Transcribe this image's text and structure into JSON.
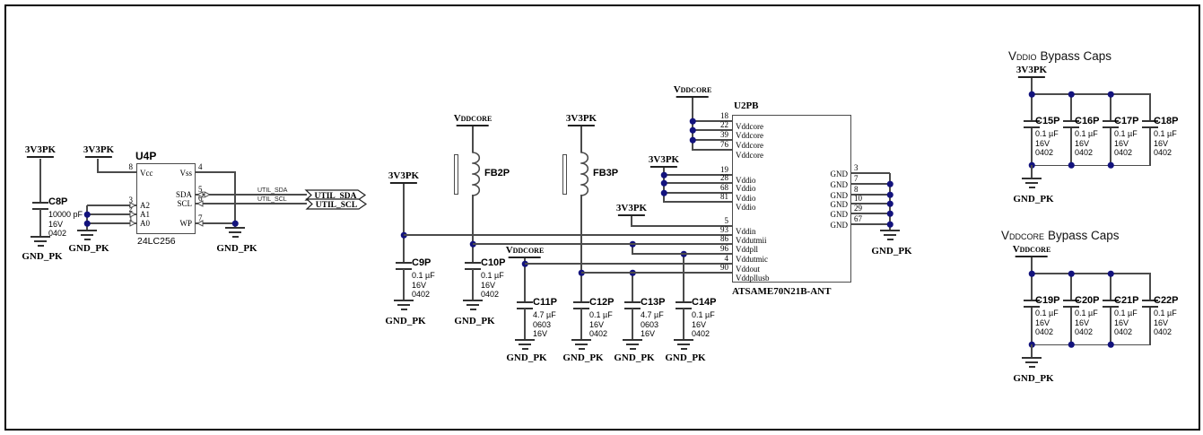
{
  "nets": {
    "v33": "3V3PK",
    "vddcore": "Vddcore",
    "gnd": "GND_PK"
  },
  "titles": {
    "vddio": "Vddio",
    "vddcore": "Vddcore",
    "suffix": "Bypass Caps"
  },
  "util": {
    "sda_label": "UTIL_SDA",
    "scl_label": "UTIL_SCL",
    "sda_flag": "UTIL_SDA",
    "scl_flag": "UTIL_SCL"
  },
  "fb": {
    "fb2": "FB2P",
    "fb3": "FB3P"
  },
  "u4p": {
    "ref": "U4P",
    "part": "24LC256",
    "pins_left": [
      {
        "n": "8",
        "l": "Vcc"
      },
      {
        "n": "3",
        "l": "A2"
      },
      {
        "n": "2",
        "l": "A1"
      },
      {
        "n": "1",
        "l": "A0"
      }
    ],
    "pins_right": [
      {
        "n": "4",
        "l": "Vss"
      },
      {
        "n": "5",
        "l": "SDA"
      },
      {
        "n": "6",
        "l": "SCL"
      },
      {
        "n": "7",
        "l": "WP"
      }
    ]
  },
  "u2pb": {
    "ref": "U2PB",
    "part": "ATSAME70N21B-ANT",
    "pins_left": [
      {
        "n": "18",
        "l": "Vddcore"
      },
      {
        "n": "22",
        "l": "Vddcore"
      },
      {
        "n": "39",
        "l": "Vddcore"
      },
      {
        "n": "76",
        "l": "Vddcore"
      },
      {
        "n": "19",
        "l": "Vddio"
      },
      {
        "n": "28",
        "l": "Vddio"
      },
      {
        "n": "68",
        "l": "Vddio"
      },
      {
        "n": "81",
        "l": "Vddio"
      },
      {
        "n": "5",
        "l": "Vddin"
      },
      {
        "n": "93",
        "l": "Vddutmii"
      },
      {
        "n": "86",
        "l": "Vddpll"
      },
      {
        "n": "96",
        "l": "Vddutmic"
      },
      {
        "n": "4",
        "l": "Vddout"
      },
      {
        "n": "90",
        "l": "Vddpllusb"
      }
    ],
    "pins_right": [
      {
        "n": "3",
        "l": "GND"
      },
      {
        "n": "7",
        "l": "GND"
      },
      {
        "n": "8",
        "l": "GND"
      },
      {
        "n": "10",
        "l": "GND"
      },
      {
        "n": "29",
        "l": "GND"
      },
      {
        "n": "67",
        "l": "GND"
      }
    ]
  },
  "caps": {
    "c8p": {
      "ref": "C8P",
      "l1": "10000 pF",
      "l2": "16V",
      "l3": "0402"
    },
    "c9p": {
      "ref": "C9P",
      "l1": "0.1 µF",
      "l2": "16V",
      "l3": "0402"
    },
    "c10p": {
      "ref": "C10P",
      "l1": "0.1 µF",
      "l2": "16V",
      "l3": "0402"
    },
    "c11p": {
      "ref": "C11P",
      "l1": "4.7 µF",
      "l2": "0603",
      "l3": "16V"
    },
    "c12p": {
      "ref": "C12P",
      "l1": "0.1 µF",
      "l2": "16V",
      "l3": "0402"
    },
    "c13p": {
      "ref": "C13P",
      "l1": "4.7 µF",
      "l2": "0603",
      "l3": "16V"
    },
    "c14p": {
      "ref": "C14P",
      "l1": "0.1 µF",
      "l2": "16V",
      "l3": "0402"
    },
    "c15p": {
      "ref": "C15P",
      "l1": "0.1 µF",
      "l2": "16V",
      "l3": "0402"
    },
    "c16p": {
      "ref": "C16P",
      "l1": "0.1 µF",
      "l2": "16V",
      "l3": "0402"
    },
    "c17p": {
      "ref": "C17P",
      "l1": "0.1 µF",
      "l2": "16V",
      "l3": "0402"
    },
    "c18p": {
      "ref": "C18P",
      "l1": "0.1 µF",
      "l2": "16V",
      "l3": "0402"
    },
    "c19p": {
      "ref": "C19P",
      "l1": "0.1 µF",
      "l2": "16V",
      "l3": "0402"
    },
    "c20p": {
      "ref": "C20P",
      "l1": "0.1 µF",
      "l2": "16V",
      "l3": "0402"
    },
    "c21p": {
      "ref": "C21P",
      "l1": "0.1 µF",
      "l2": "16V",
      "l3": "0402"
    },
    "c22p": {
      "ref": "C22P",
      "l1": "0.1 µF",
      "l2": "16V",
      "l3": "0402"
    }
  }
}
